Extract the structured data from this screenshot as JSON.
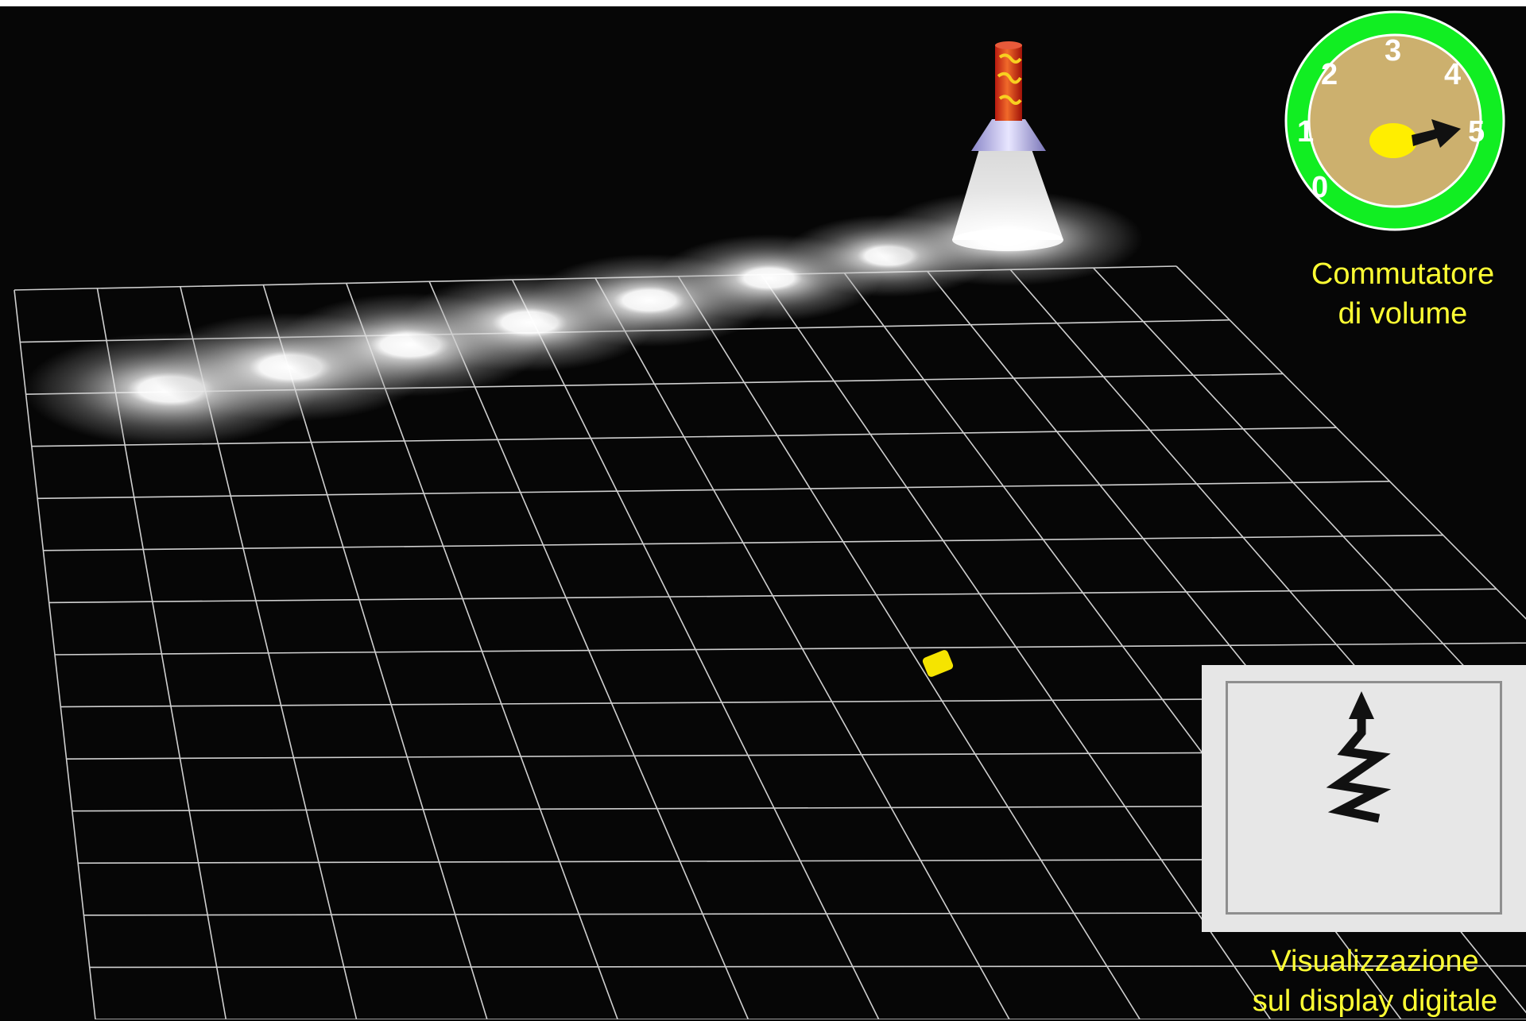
{
  "volume_dial": {
    "numbers": [
      "0",
      "1",
      "2",
      "3",
      "4",
      "5"
    ],
    "selected_level": "5",
    "outer_color": "#11ee22",
    "inner_color": "#ccb06e",
    "center_color": "#ffee00",
    "caption_line1": "Commutatore",
    "caption_line2": "di volume"
  },
  "display": {
    "symbol": "arrow-zigzag-icon",
    "caption_line1": "Visualizzazione",
    "caption_line2": "sul display digitale"
  },
  "scene": {
    "grid_color": "#cfcfcf",
    "spot_count": 7,
    "target_color": "#f5e400",
    "beacon_color": "#d83018"
  }
}
